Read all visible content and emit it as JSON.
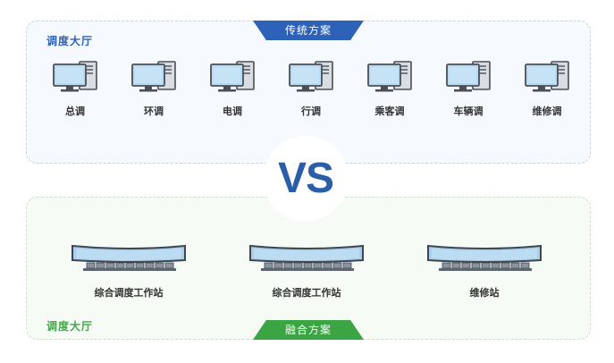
{
  "top_panel": {
    "hall_label": "调度大厅",
    "tab_label": "传统方案",
    "stations": [
      {
        "label": "总调",
        "icon": "desktop-computer-icon"
      },
      {
        "label": "环调",
        "icon": "desktop-computer-icon"
      },
      {
        "label": "电调",
        "icon": "desktop-computer-icon"
      },
      {
        "label": "行调",
        "icon": "desktop-computer-icon"
      },
      {
        "label": "乘客调",
        "icon": "desktop-computer-icon"
      },
      {
        "label": "车辆调",
        "icon": "desktop-computer-icon"
      },
      {
        "label": "维修调",
        "icon": "desktop-computer-icon"
      }
    ]
  },
  "vs_label": "VS",
  "bottom_panel": {
    "hall_label": "调度大厅",
    "tab_label": "融合方案",
    "workstations": [
      {
        "label": "综合调度工作站",
        "icon": "curved-multi-screen-workstation-icon"
      },
      {
        "label": "综合调度工作站",
        "icon": "curved-multi-screen-workstation-icon"
      },
      {
        "label": "维修站",
        "icon": "curved-multi-screen-workstation-icon"
      }
    ]
  },
  "colors": {
    "traditional_accent": "#2d62b8",
    "fusion_accent": "#3aa542",
    "vs_text": "#2b5ea8"
  }
}
